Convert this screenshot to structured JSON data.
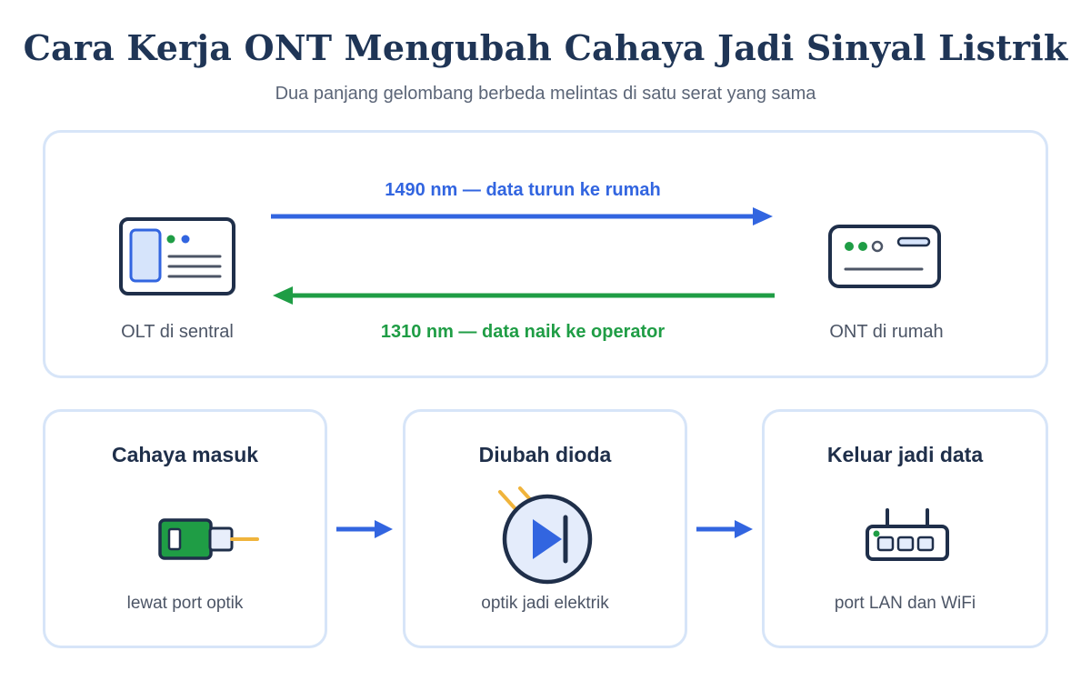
{
  "header": {
    "title": "Cara Kerja ONT Mengubah Cahaya Jadi Sinyal Listrik",
    "subtitle": "Dua panjang gelombang berbeda melintas di satu serat yang sama"
  },
  "link": {
    "olt_label": "OLT di sentral",
    "ont_label": "ONT di rumah",
    "downstream_label": "1490 nm — data turun ke rumah",
    "upstream_label": "1310 nm — data naik ke operator"
  },
  "steps": [
    {
      "title": "Cahaya masuk",
      "caption": "lewat port optik"
    },
    {
      "title": "Diubah dioda",
      "caption": "optik jadi elektrik"
    },
    {
      "title": "Keluar jadi data",
      "caption": "port LAN dan WiFi"
    }
  ],
  "colors": {
    "downstream": "#3265e0",
    "upstream": "#1f9d45",
    "outline": "#1f2f4a",
    "panel_border": "#d7e5f8",
    "fiber": "#f0b43c"
  },
  "icons": {
    "olt": "server-rack-icon",
    "ont": "modem-icon",
    "connector": "fiber-connector-icon",
    "diode": "photodiode-icon",
    "router": "router-icon"
  }
}
